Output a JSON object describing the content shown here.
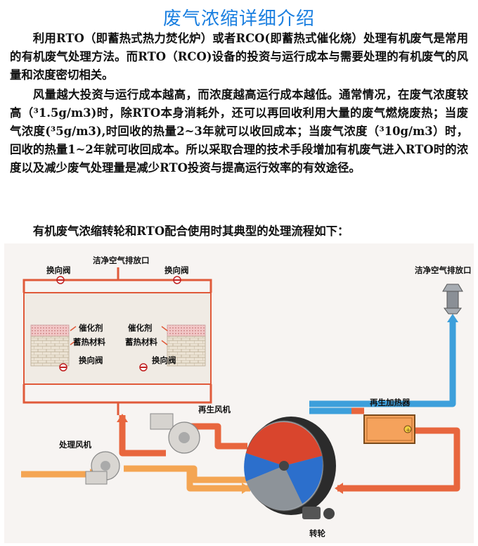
{
  "title": "废气浓缩详细介绍",
  "paragraphs": {
    "p1": "利用RTO（即蓄热式热力焚化炉）或者RCO(即蓄热式催化烧）处理有机废气是常用的有机废气处理方法。而RTO（RCO)设备的投资与运行成本与需要处理的有机废气的风量和浓度密切相关。",
    "p2": "风量越大投资与运行成本越高，而浓度越高运行成本越低。通常情况，在废气浓度较高（³1.5g/m3)时，除RTO本身消耗外，还可以再回收利用大量的废气燃烧废热；当废气浓度(³5g/m3),时回收的热量2~3年就可以收回成本；当废气浓度（³10g/m3）时，回收的热量1~2年就可收回成本。所以采取合理的技术手段增加有机废气进入RTO时的浓度以及减少废气处理量是减少RTO投资与提高运行效率的有效途径。",
    "p3": "有机废气浓缩转轮和RTO配合使用时其典型的处理流程如下："
  },
  "diagram": {
    "labels": {
      "clean_air_top": "洁净空气排放口",
      "valve_top_left": "换向阀",
      "valve_top_right": "换向阀",
      "catalyst_left": "催化剂",
      "catalyst_right": "催化剂",
      "storage_left": "蓄热材料",
      "storage_right": "蓄热材料",
      "valve_bottom_left": "换向阀",
      "valve_bottom_right": "换向阀",
      "regen_fan": "再生风机",
      "regen_heater": "再生加热器",
      "process_fan": "处理风机",
      "clean_air_right": "洁净空气排放口",
      "rotor": "转轮"
    },
    "colors": {
      "hot_pipe": "#e8663e",
      "cool_pipe": "#f4a553",
      "clean_pipe": "#3d9fdb",
      "frame": "#e05a3a",
      "bed": "#d9cbb6",
      "catalyst": "#e2a7a7",
      "rotor_red": "#d9452d",
      "rotor_blue": "#2c6fcc",
      "heater": "#f5a25c"
    }
  }
}
